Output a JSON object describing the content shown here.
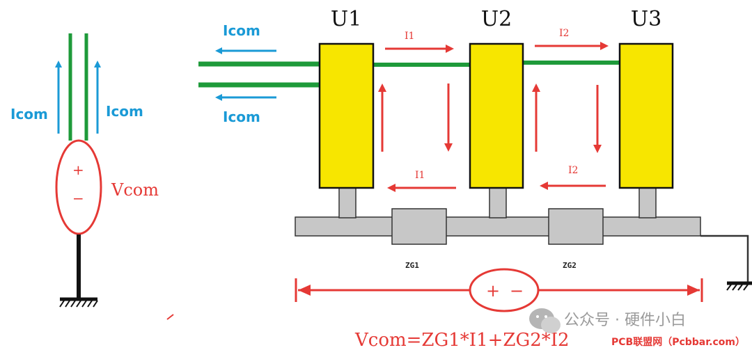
{
  "left": {
    "icom_left": "Icom",
    "icom_right": "Icom",
    "plus": "+",
    "minus": "−",
    "vcom": "Vcom"
  },
  "right": {
    "units": [
      "U1",
      "U2",
      "U3"
    ],
    "icom_top": "Icom",
    "icom_bottom": "Icom",
    "i1_top": "I1",
    "i2_top": "I2",
    "i1_bottom": "I1",
    "i2_bottom": "I2",
    "zg1": "ZG1",
    "zg2": "ZG2",
    "plus": "+",
    "minus": "−"
  },
  "formula": "Vcom=ZG1*I1+ZG2*I2",
  "watermark": {
    "wechat": "公众号 · 硬件小白",
    "site": "PCB联盟网（Pcbbar.com）"
  },
  "colors": {
    "green": "#1e9a3a",
    "blue": "#1a9ad6",
    "red": "#e53935",
    "yellow": "#f7e600",
    "gray": "#c7c7c7"
  }
}
